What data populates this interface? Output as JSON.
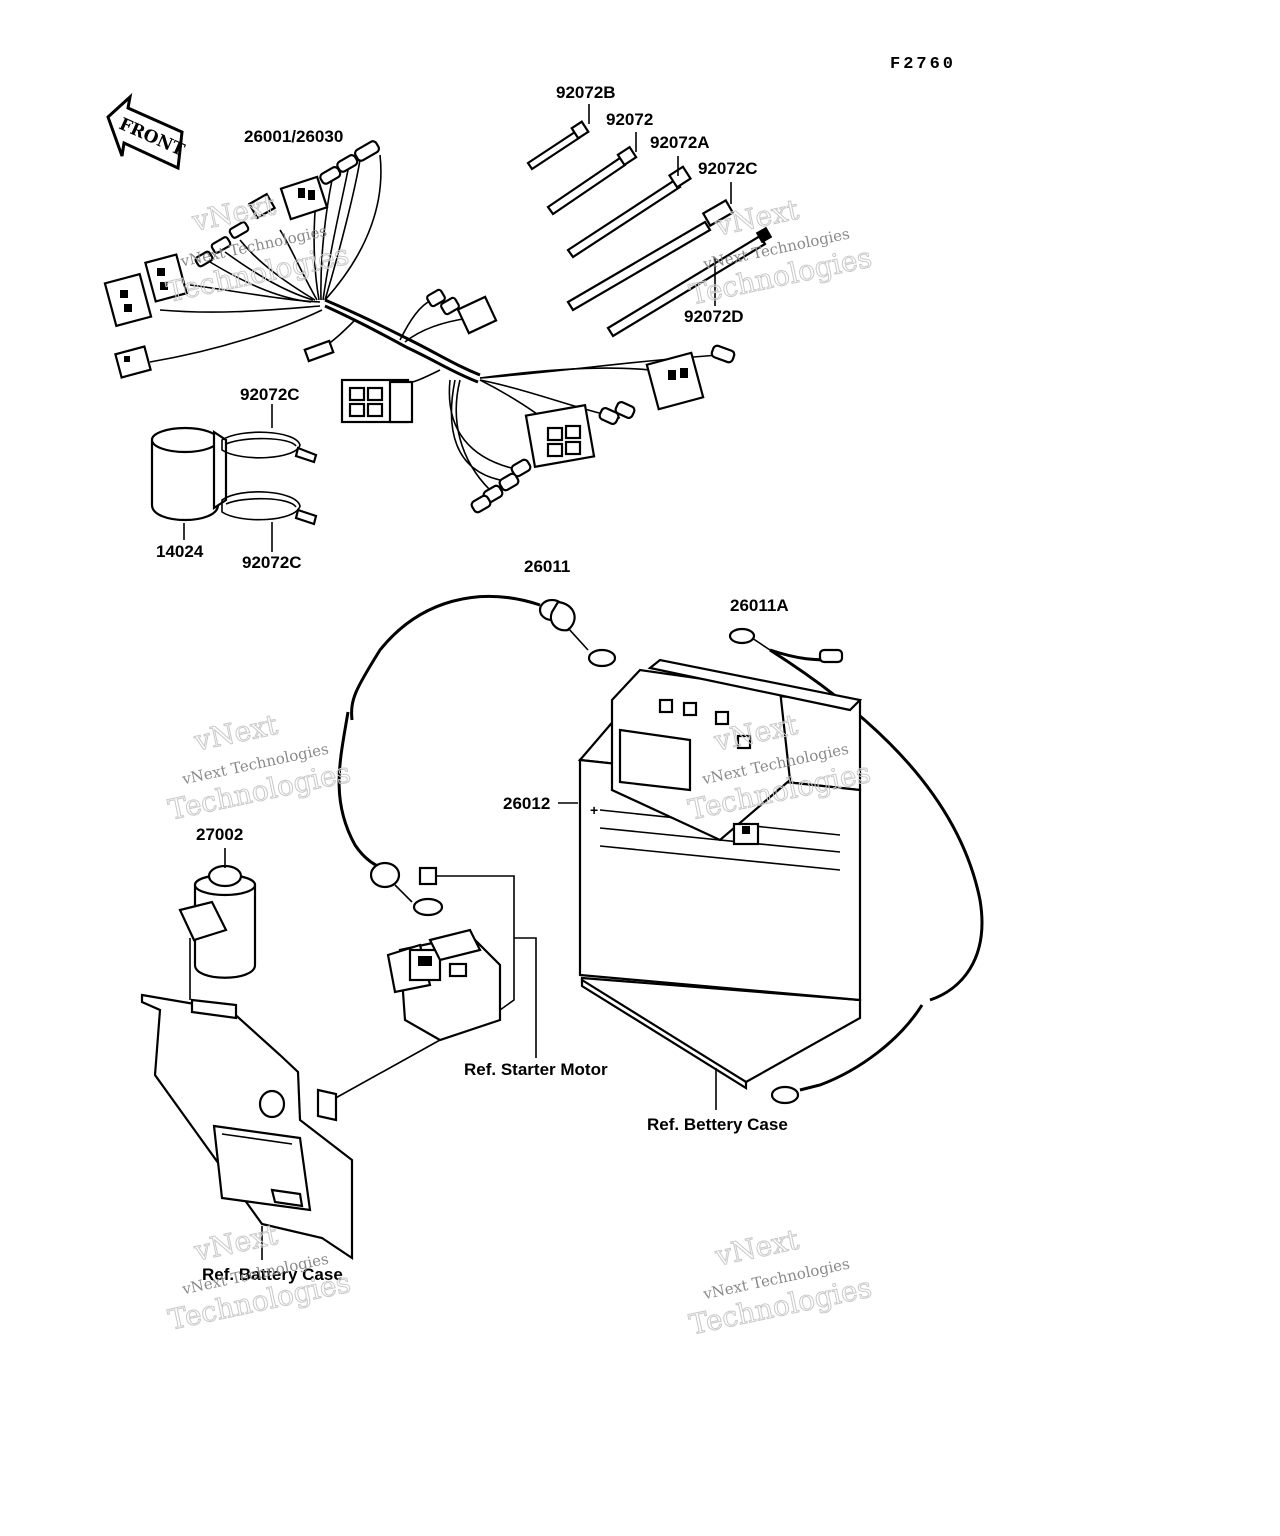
{
  "sheet_code": "F2760",
  "direction_arrow": "FRONT",
  "callouts": {
    "harness": "26001/26030",
    "tie_b": "92072B",
    "tie": "92072",
    "tie_a": "92072A",
    "tie_c": "92072C",
    "tie_d": "92072D",
    "clamp_upper": "92072C",
    "clamp_lower": "92072C",
    "cover": "14024",
    "cable_positive": "26011",
    "cable_ground": "26011A",
    "battery": "26012",
    "relay": "27002",
    "starter_ref": "Ref. Starter Motor",
    "battery_case_ref": "Ref. Bettery Case",
    "battery_case_ref_lower": "Ref. Battery Case"
  },
  "watermark": {
    "line1": "vNext",
    "line2": "vNext Technologies",
    "line3": "Technologies"
  }
}
